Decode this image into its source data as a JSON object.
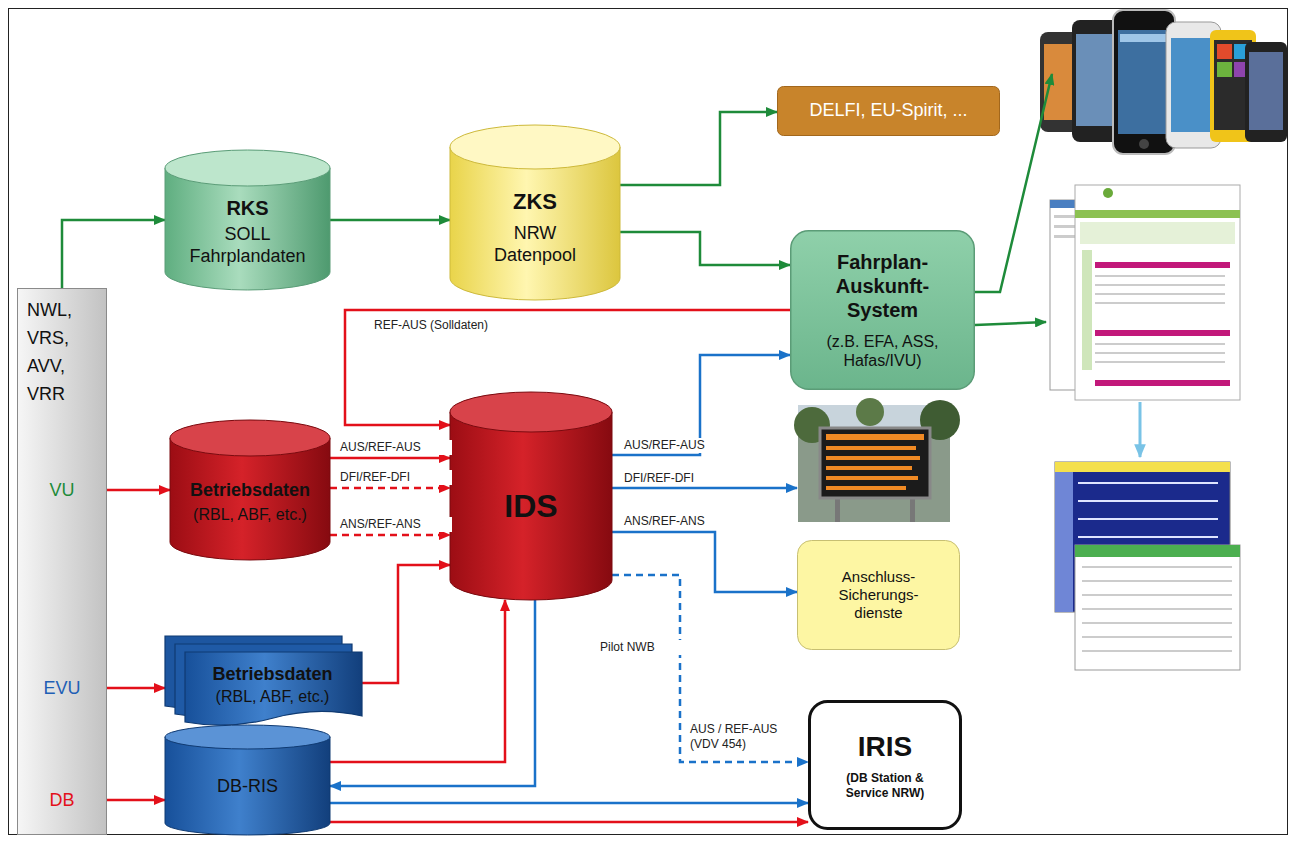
{
  "diagram": {
    "nodes": [
      {
        "text": [
          "NWL, VRS, AVV, VRR",
          "VU",
          "EVU",
          "DB"
        ]
      },
      {
        "text": [
          "RKS",
          "SOLL Fahrplandaten"
        ]
      },
      {
        "text": [
          "ZKS",
          "NRW Datenpool"
        ]
      },
      {
        "text": [
          "DELFI, EU-Spirit, ..."
        ]
      },
      {
        "text": [
          "Fahrplan-Auskunft-System",
          "(z.B. EFA, ASS, Hafas/IVU)"
        ]
      },
      {
        "text": [
          "Betriebsdaten",
          "(RBL, ABF, etc.)"
        ]
      },
      {
        "text": [
          "IDS"
        ]
      },
      {
        "text": [
          "Anschluss-Sicherungs-dienste"
        ]
      },
      {
        "text": [
          "Betriebsdaten",
          "(RBL, ABF, etc.)"
        ]
      },
      {
        "text": [
          "DB-RIS"
        ]
      },
      {
        "text": [
          "IRIS",
          "(DB Station & Service NRW)"
        ]
      }
    ],
    "edges": [
      {
        "from": 0,
        "to": 1,
        "arrow": "to"
      },
      {
        "from": 1,
        "to": 2,
        "arrow": "to"
      },
      {
        "from": 2,
        "to": 3,
        "arrow": "to"
      },
      {
        "from": 2,
        "to": 4,
        "arrow": "to"
      },
      {
        "from": 4,
        "to": 6,
        "label": "REF-AUS (Solldaten)",
        "arrow": "to"
      },
      {
        "from": 0,
        "to": 5,
        "arrow": "to"
      },
      {
        "from": 5,
        "to": 6,
        "label": "AUS/REF-AUS",
        "arrow": "to"
      },
      {
        "from": 5,
        "to": 6,
        "label": "DFI/REF-DFI",
        "arrow": "to"
      },
      {
        "from": 5,
        "to": 6,
        "label": "ANS/REF-ANS",
        "arrow": "to"
      },
      {
        "from": 0,
        "to": 8,
        "arrow": "to"
      },
      {
        "from": 8,
        "to": 6,
        "arrow": "to"
      },
      {
        "from": 0,
        "to": 9,
        "arrow": "to"
      },
      {
        "from": 9,
        "to": 6,
        "arrow": "to"
      },
      {
        "from": 6,
        "to": 9,
        "arrow": "to"
      },
      {
        "from": 6,
        "to": 4,
        "label": "AUS/REF-AUS",
        "arrow": "to"
      },
      {
        "from": 6,
        "to": 7,
        "label": "ANS/REF-ANS",
        "arrow": "to"
      },
      {
        "from": 6,
        "to": 10,
        "label": "AUS / REF-AUS (VDV 454)",
        "arrow": "to"
      },
      {
        "from": 9,
        "to": 10,
        "arrow": "to"
      },
      {
        "from": 9,
        "to": 10,
        "arrow": "to"
      }
    ],
    "labels": [
      "DFI/REF-DFI",
      "Pilot NWB"
    ]
  }
}
